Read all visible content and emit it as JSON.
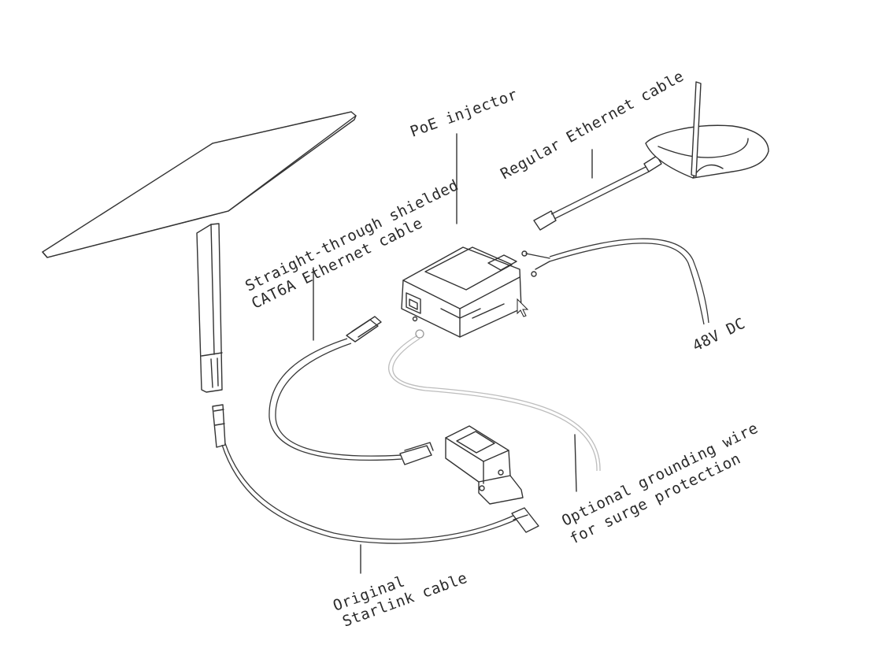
{
  "labels": {
    "poe_injector": "PoE injector",
    "regular_ethernet_cable": "Regular Ethernet cable",
    "straight_through_line1": "Straight-through shielded",
    "straight_through_line2": "CAT6A Ethernet cable",
    "dc_48v": "48V DC",
    "grounding_line1": "Optional grounding wire",
    "grounding_line2": "for surge protection",
    "original_line1": "Original",
    "original_line2": "Starlink cable"
  }
}
